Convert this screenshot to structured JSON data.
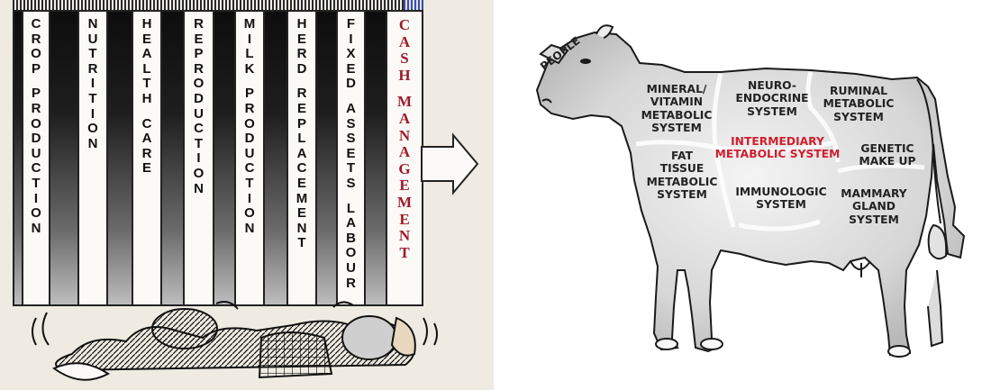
{
  "left_diagram": {
    "columns": [
      {
        "words": [
          "CROP",
          "PRODUCTION"
        ]
      },
      {
        "words": [
          "NUTRITION"
        ]
      },
      {
        "words": [
          "HEALTH",
          "CARE"
        ]
      },
      {
        "words": [
          "REPRODUCTION"
        ]
      },
      {
        "words": [
          "MILK",
          "PRODUCTION"
        ]
      },
      {
        "words": [
          "HERD",
          "REPLACEMENT"
        ]
      },
      {
        "words": [
          "FIXED",
          "ASSETS",
          "LABOUR"
        ]
      }
    ],
    "cash_column": {
      "words": [
        "CASH",
        "MANAGEMENT"
      ],
      "color": "#a11a2c"
    }
  },
  "right_diagram": {
    "people_label": "PEOPLE",
    "systems": [
      {
        "lines": [
          "MINERAL/",
          "VITAMIN",
          "METABOLIC",
          "SYSTEM"
        ]
      },
      {
        "lines": [
          "NEURO-",
          "ENDOCRINE",
          "SYSTEM"
        ]
      },
      {
        "lines": [
          "RUMINAL",
          "METABOLIC",
          "SYSTEM"
        ]
      },
      {
        "lines": [
          "INTERMEDIARY",
          "METABOLIC SYSTEM"
        ],
        "color": "#cf1f2e"
      },
      {
        "lines": [
          "GENETIC",
          "MAKE UP"
        ]
      },
      {
        "lines": [
          "FAT",
          "TISSUE",
          "METABOLIC",
          "SYSTEM"
        ]
      },
      {
        "lines": [
          "IMMUNOLOGIC",
          "SYSTEM"
        ]
      },
      {
        "lines": [
          "MAMMARY",
          "GLAND",
          "SYSTEM"
        ]
      }
    ]
  }
}
